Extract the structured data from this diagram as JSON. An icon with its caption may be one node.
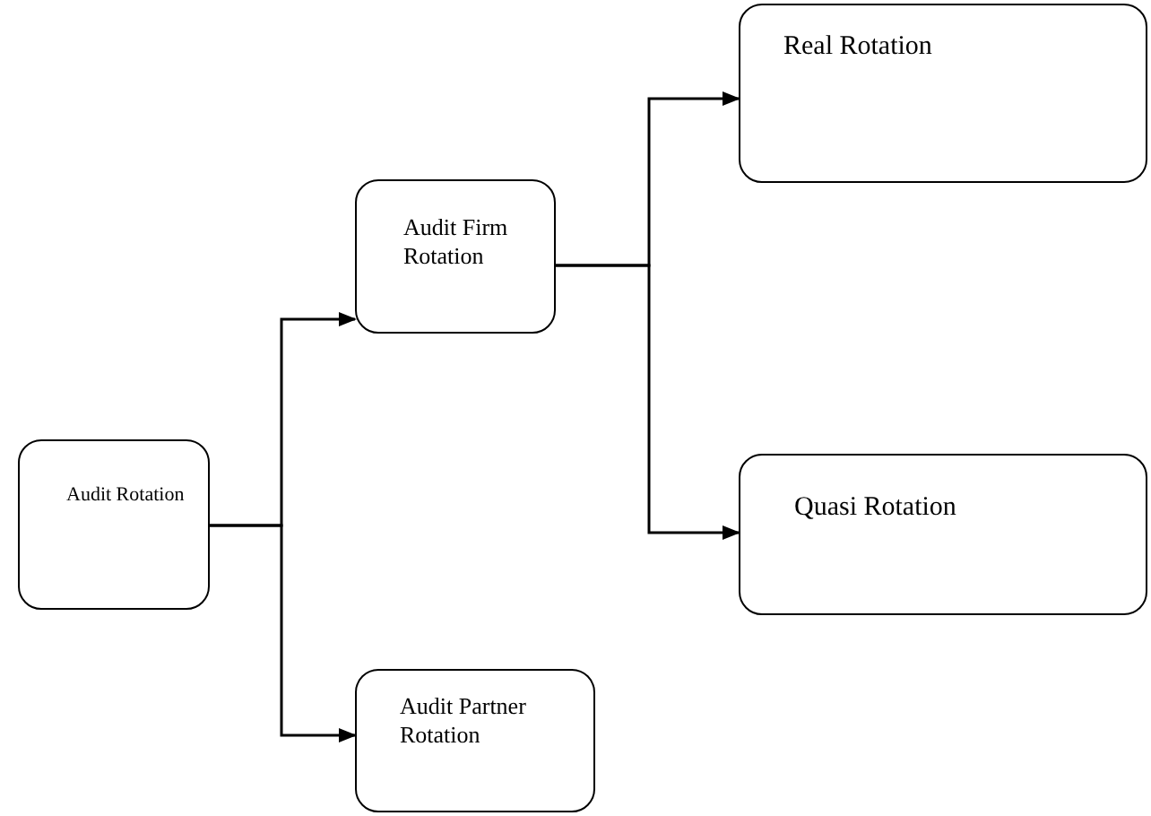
{
  "diagram": {
    "nodes": [
      {
        "text": [
          "Audit Rotation"
        ]
      },
      {
        "text": [
          "Audit Firm Rotation"
        ]
      },
      {
        "text": [
          "Audit Partner Rotation"
        ]
      },
      {
        "text": [
          "Real Rotation"
        ]
      },
      {
        "text": [
          "Quasi Rotation"
        ]
      }
    ],
    "edges": [
      {
        "from": 0,
        "to": 1,
        "arrow": "to"
      },
      {
        "from": 0,
        "to": 2,
        "arrow": "to"
      },
      {
        "from": 1,
        "to": 3,
        "arrow": "to"
      },
      {
        "from": 1,
        "to": 4,
        "arrow": "to"
      }
    ]
  }
}
